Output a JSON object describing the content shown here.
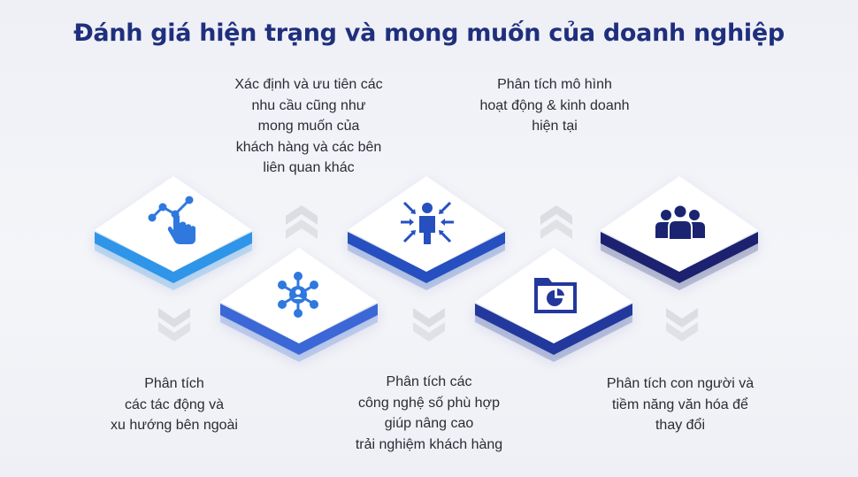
{
  "title": "Đánh giá hiện trạng và mong muốn của doanh nghiệp",
  "colors": {
    "title": "#1f2f7d",
    "step1_edge": "#2f95e8",
    "step2_edge": "#3a67d6",
    "step3_edge": "#2650c0",
    "step4_edge": "#23389c",
    "step5_edge": "#1a2470",
    "icon_light": "#2f78de",
    "icon_dark": "#1f2f7d"
  },
  "steps": [
    {
      "icon": "touch-network-icon",
      "label_lines": [
        "Phân tích",
        "các tác động và",
        "xu hướng bên ngoài"
      ]
    },
    {
      "icon": "hub-network-icon",
      "label_lines": [
        "Xác định và ưu tiên các",
        "nhu cầu cũng như",
        "mong muốn của",
        "khách hàng và các bên",
        "liên quan khác"
      ]
    },
    {
      "icon": "person-focus-icon",
      "label_lines": [
        "Phân tích các",
        "công nghệ số phù hợp",
        "giúp nâng cao",
        "trải nghiệm khách hàng"
      ]
    },
    {
      "icon": "folder-chart-icon",
      "label_lines": [
        "Phân tích mô hình",
        "hoạt động & kinh doanh",
        "hiện tại"
      ]
    },
    {
      "icon": "people-group-icon",
      "label_lines": [
        "Phân tích con người và",
        "tiềm năng văn hóa để",
        "thay đổi"
      ]
    }
  ]
}
